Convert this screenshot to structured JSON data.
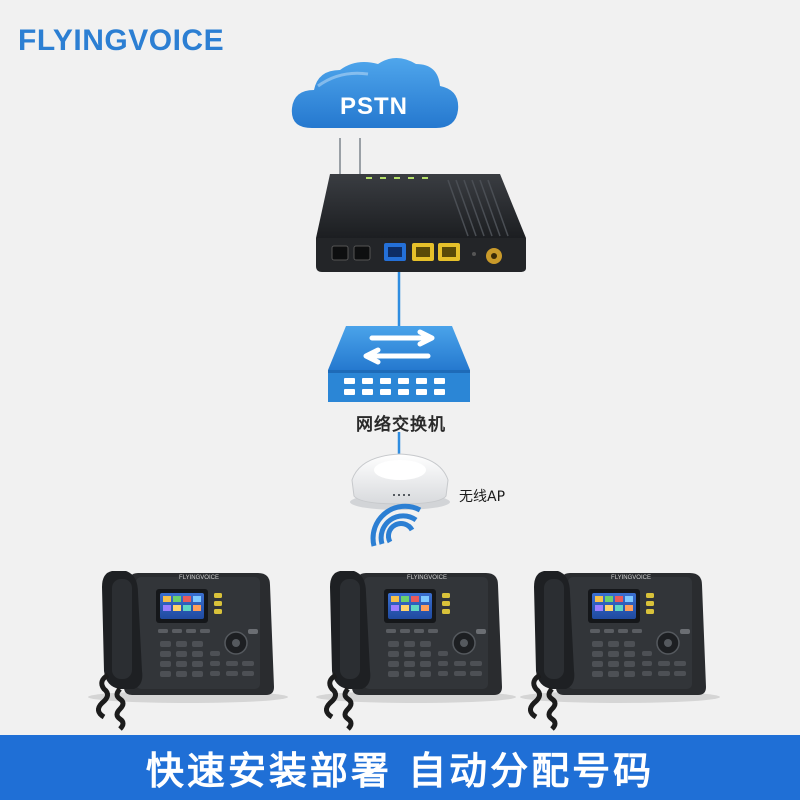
{
  "brand": {
    "logo": "FLYINGVOICE",
    "phone_brand": "FLYINGVOICE",
    "color": "#2c7fd3"
  },
  "cloud": {
    "label": "PSTN",
    "color": "#2f8de0"
  },
  "gateway": {
    "icon": "voip-gateway-icon"
  },
  "switch": {
    "label": "网络交换机",
    "icon": "network-switch-icon",
    "color": "#2b86d6"
  },
  "access_point": {
    "label": "无线AP",
    "icon": "wireless-ap-icon"
  },
  "wifi": {
    "icon": "wifi-signal-icon",
    "color": "#2c7fd3"
  },
  "phones": [
    {
      "icon": "ip-phone-icon"
    },
    {
      "icon": "ip-phone-icon"
    },
    {
      "icon": "ip-phone-icon"
    }
  ],
  "banner": {
    "text": "快速安装部署 自动分配号码",
    "color": "#1f6fd6"
  }
}
